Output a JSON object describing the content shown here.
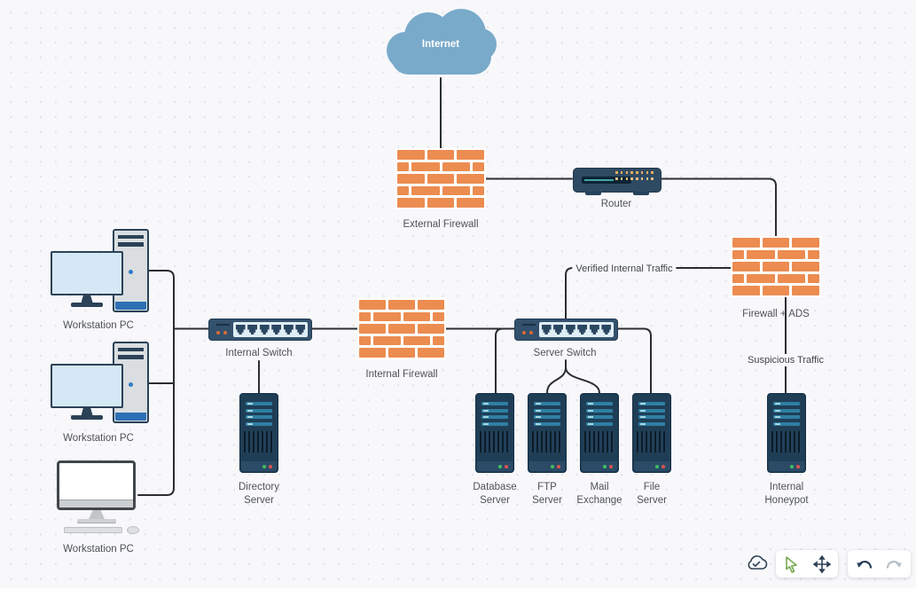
{
  "diagram": {
    "nodes": {
      "internet": "Internet",
      "external_firewall": "External Firewall",
      "router": "Router",
      "firewall_ads": "Firewall + ADS",
      "workstation_1": "Workstation PC",
      "workstation_2": "Workstation PC",
      "workstation_3": "Workstation PC",
      "internal_switch": "Internal Switch",
      "internal_firewall": "Internal Firewall",
      "server_switch": "Server Switch",
      "directory_server": "Directory Server",
      "database_server": "Database Server",
      "ftp_server": "FTP Server",
      "mail_exchange": "Mail Exchange",
      "file_server": "File Server",
      "internal_honeypot": "Internal Honeypot"
    },
    "edge_labels": {
      "verified_internal_traffic": "Verified Internal Traffic",
      "suspicious_traffic": "Suspicious Traffic"
    }
  },
  "toolbar": {
    "icons": [
      "cloud-sync",
      "select-cursor",
      "pan-move",
      "undo",
      "redo"
    ]
  },
  "colors": {
    "canvas_bg": "#F8F8FB",
    "grid_dot": "#E2E3E8",
    "cloud_blue": "#79AACA",
    "brick_orange": "#EC8C50",
    "device_navy": "#2E4A63",
    "server_navy": "#1F3E56",
    "connector": "#2A2E33",
    "label_text": "#4E5257",
    "accent_green": "#76A94F"
  }
}
